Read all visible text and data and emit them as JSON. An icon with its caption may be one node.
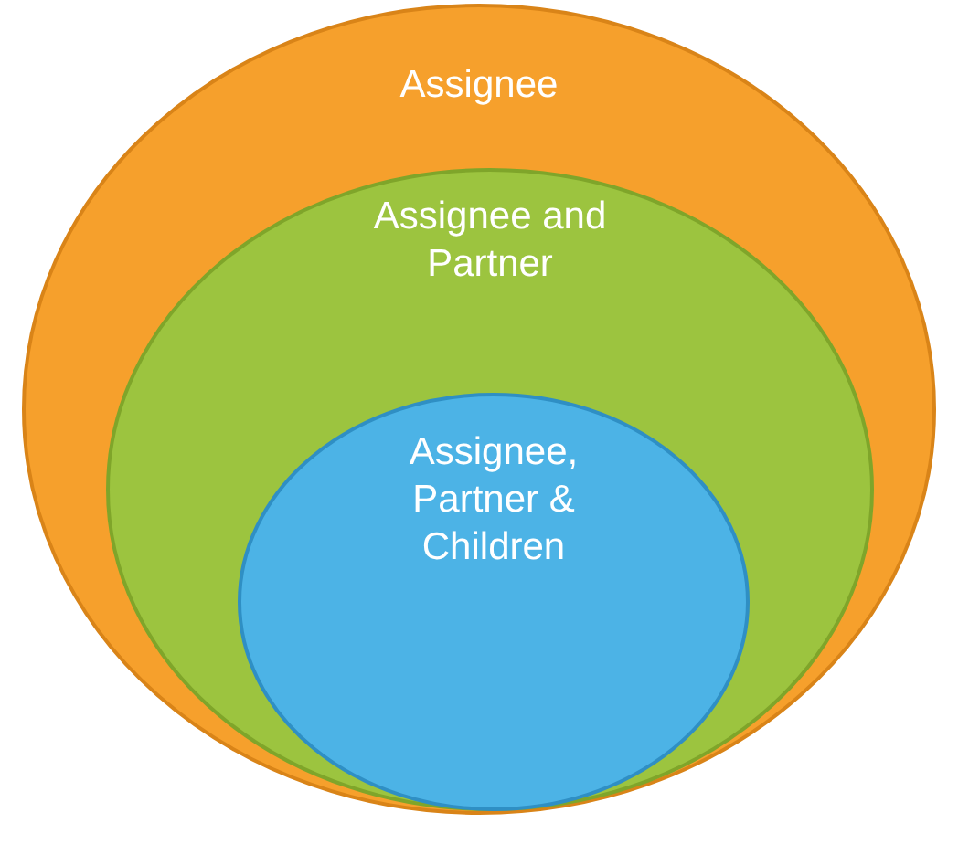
{
  "diagram": {
    "nodes": [
      {
        "text": [
          "Assignee"
        ]
      },
      {
        "text": [
          "Assignee and Partner"
        ],
        "in": 0
      },
      {
        "text": [
          "Assignee, Partner & Children"
        ],
        "in": 1
      }
    ]
  }
}
